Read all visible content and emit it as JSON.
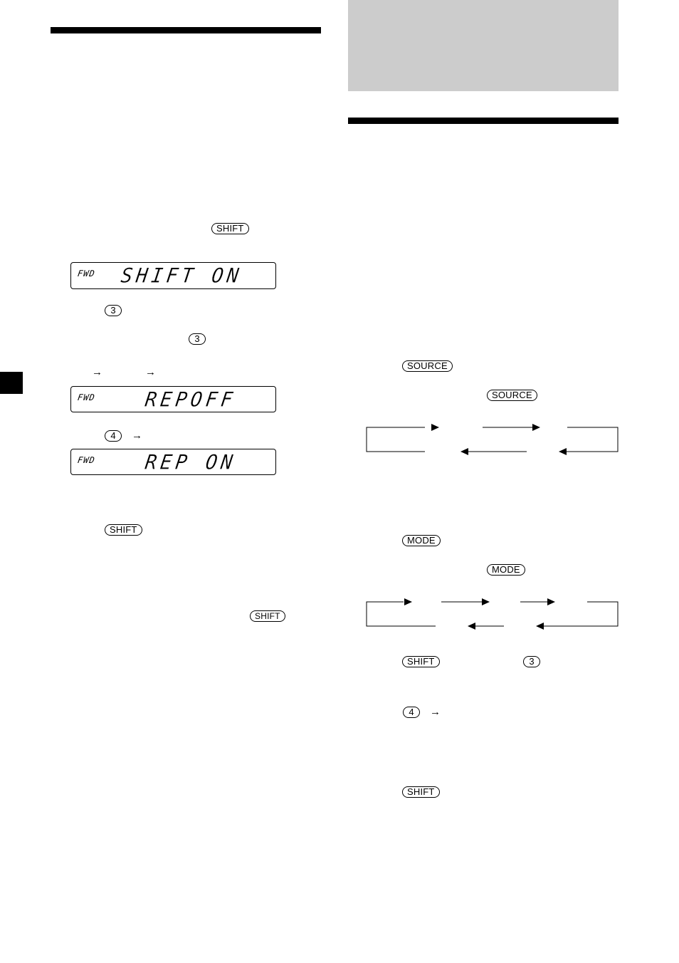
{
  "buttons": {
    "shift": "SHIFT",
    "source": "SOURCE",
    "mode": "MODE",
    "key3": "3",
    "key4": "4"
  },
  "displays": [
    {
      "small": "FWD",
      "big": "SHIFT ON"
    },
    {
      "small": "FWD",
      "big": "REPOFF"
    },
    {
      "small": "FWD",
      "big": "REP ON"
    }
  ],
  "glyphs": {
    "arrow": "→"
  },
  "colors": {
    "header_box": "#cccccc",
    "ink": "#000000"
  }
}
